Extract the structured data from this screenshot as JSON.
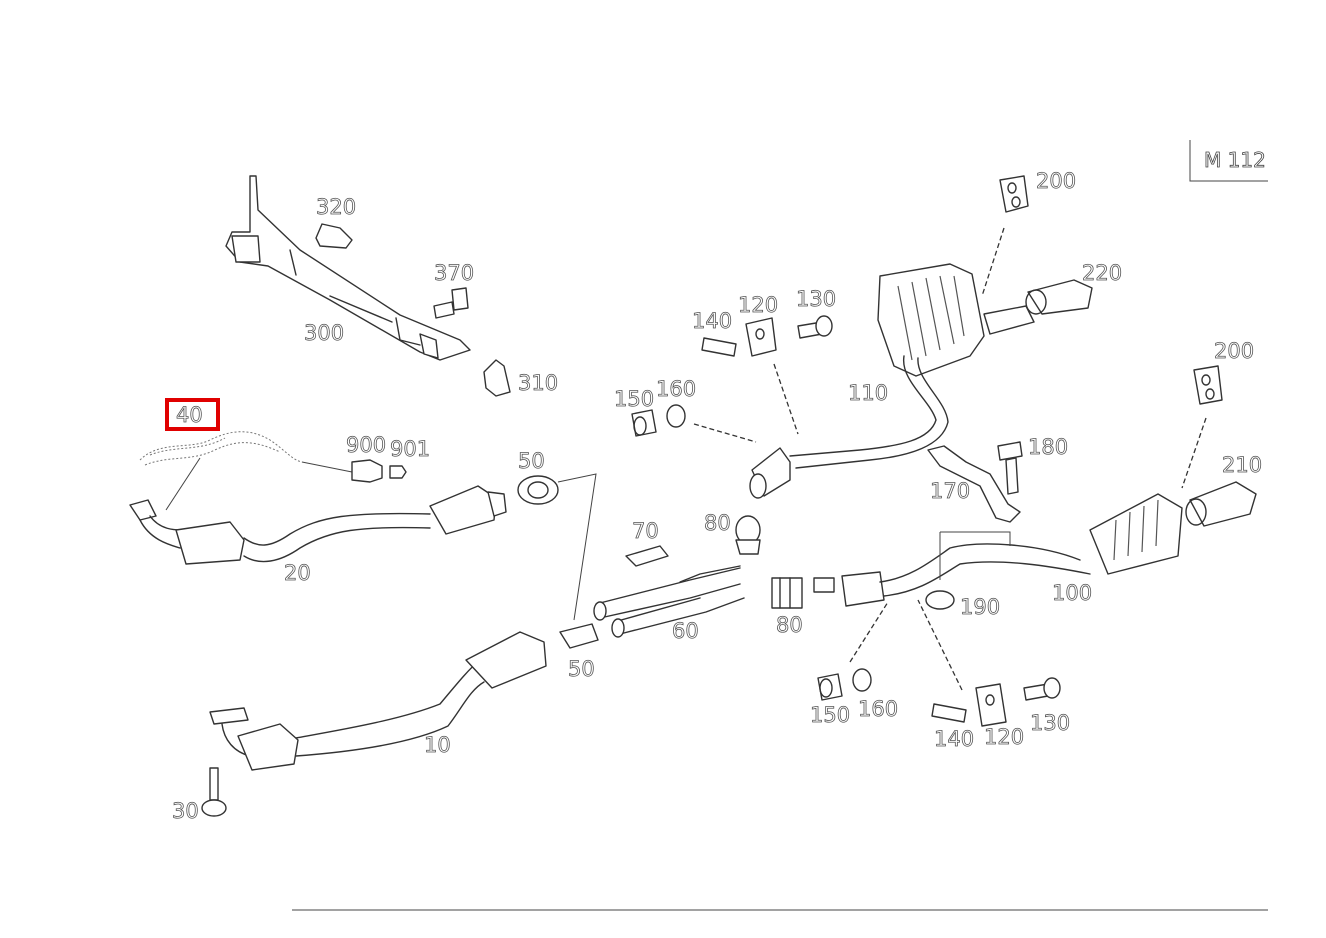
{
  "model_tag": "M 112",
  "highlighted_callout": "40",
  "callouts": {
    "c320": "320",
    "c370": "370",
    "c300": "300",
    "c310": "310",
    "c40": "40",
    "c900": "900",
    "c901": "901",
    "c20": "20",
    "c50a": "50",
    "c50b": "50",
    "c70": "70",
    "c60": "60",
    "c80a": "80",
    "c80b": "80",
    "c10": "10",
    "c30": "30",
    "c140a": "140",
    "c120a": "120",
    "c130a": "130",
    "c150a": "150",
    "c160a": "160",
    "c110": "110",
    "c200a": "200",
    "c220": "220",
    "c180": "180",
    "c170": "170",
    "c200b": "200",
    "c210": "210",
    "c100": "100",
    "c190": "190",
    "c150b": "150",
    "c160b": "160",
    "c140b": "140",
    "c120b": "120",
    "c130b": "130"
  }
}
